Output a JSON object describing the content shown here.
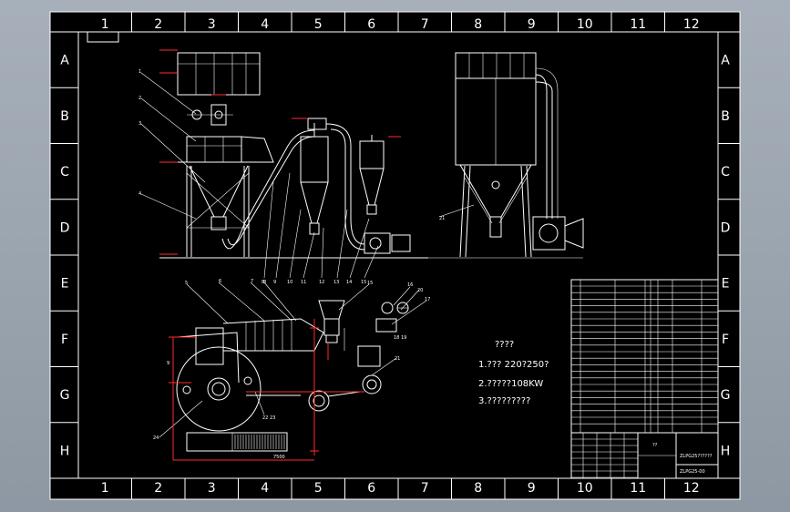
{
  "frame": {
    "columns": [
      "1",
      "2",
      "3",
      "4",
      "5",
      "6",
      "7",
      "8",
      "9",
      "10",
      "11",
      "12"
    ],
    "rows": [
      "A",
      "B",
      "C",
      "D",
      "E",
      "F",
      "G",
      "H"
    ]
  },
  "notes": {
    "title": "????",
    "line1": "1.??? 220?250?",
    "line2": "2.?????108KW",
    "line3": "3.?????????"
  },
  "title_block": {
    "drawing_no": "ZLPG25-00",
    "drawing_name": "ZLPG25??????",
    "scale_cell": "??"
  },
  "colors": {
    "background": "#000000",
    "lines": "#ffffff",
    "dimensions": "#ff2b2b",
    "window": "#9aa3ad"
  }
}
